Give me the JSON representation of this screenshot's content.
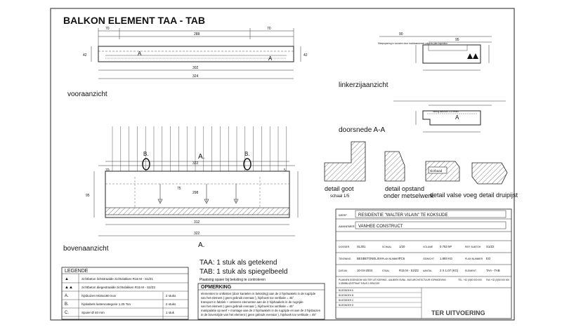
{
  "title": "BALKON ELEMENT TAA - TAB",
  "views": {
    "front": "vooraanzicht",
    "left": "linkerzijaanzicht",
    "section": "doorsnede A-A",
    "top": "bovenaanzicht"
  },
  "dimensions": {
    "front_top": [
      "70",
      "288",
      "70"
    ],
    "front_mid": "302",
    "front_bottom": "324",
    "front_left": "42",
    "front_right": "42",
    "left_top": [
      "90",
      "95"
    ],
    "top_top": [
      "322",
      "70",
      "5"
    ],
    "top_mid": "298",
    "top_left": "95",
    "top_bottom": [
      "312",
      "322"
    ],
    "top_inner": "75"
  },
  "section_labels": [
    "A",
    "A"
  ],
  "note_front": "Sleepopening in voorzien door hoofdaannemer volgens plan ingenieur",
  "note_section": "helling aanzicht 1.5 neuks",
  "details": [
    {
      "name": "detail goot",
      "scale": "schaal 1/5"
    },
    {
      "name": "detail opstand",
      "sub": "onder metselwerk"
    },
    {
      "name": "detail valse voeg",
      "tag": "slorbaad"
    },
    {
      "name": "detail druipijst"
    }
  ],
  "taa_text": "TAA: 1 stuk als getekend",
  "tab_text": "TAB: 1 stuk als spiegelbeeld",
  "placement_note": "Plaatsing spaier bij beksting te controleren",
  "legend": {
    "title": "LEGENDE",
    "rows": [
      {
        "sym": "▲",
        "text": "zichtbeton lichtstraalde zichtvlakken R15 M - S1/Z1"
      },
      {
        "sym": "▲▲",
        "text": "zichtbeton diegestraalde zichtvlakken R15 M - S2/Z2"
      },
      {
        "sym": "A.",
        "text": "hijsbuizen M16x180 inox",
        "qty": "2 stuks"
      },
      {
        "sym": "B.",
        "text": "hijskabels lastencategorie 1.25 Ton",
        "qty": "2 stuks"
      },
      {
        "sym": "C.",
        "text": "Spuier Ø 40 mm",
        "qty": "1 stuk"
      }
    ]
  },
  "opmerking": {
    "title": "OPMERKING",
    "lines": [
      "elementen te ontkisten (door kantelen in bekisting) aan de 2 hijshaakels in de rugzijde",
      "van het element ( geen gebruik evenaar ), hijshoek tov vertikale = 45°",
      "transport in fabriek + omkeren elementen aan de 2 hijshaakels in de rugzijde",
      "van het element ( geen gebruik evenaar ), hijshoek tov vertikale = 45°",
      "manipulatie op werf + montage aan de 2 hijshaakels in de rugzijde en aan de 2 hijsbuizen",
      "in de bovenzijde van het element ( geen gebruik evenaar ), hijshoek tov vertikale = 45°"
    ]
  },
  "titleblock": {
    "werf_label": "WERF",
    "werf_value": "RESIDENTIE \"WALTER VILAIN\" TE KOKSIJDE",
    "aannemer_label": "AANNEMER",
    "aannemer_value": "VANHEE CONSTRUCT",
    "r1": [
      "DOSSIER",
      "SL301",
      "SCHAAL",
      "1/20",
      "VOLUME",
      "0.753 M³",
      "REF. SUBTOH",
      "S1/Z2"
    ],
    "r2": [
      "TEKENING",
      "BESBETONELISH",
      "PLAN NUMMER",
      "TC6",
      "GEWICHT",
      "1.893 KG",
      "PLAN NUMMER",
      "EO"
    ],
    "r3": [
      "DATUM",
      "10-04-2004",
      "STAAL",
      "R15 M - S2/Z2",
      "AANTAL",
      "2 X 1.07 (KG)",
      "ELEMENT",
      "TAA - TAB"
    ],
    "company": [
      "PLANNEN EIGENDOM VAN TER UITVOERING - AALBEEK BVBA - BUS ARCHITECTUUR VORMGEVING",
      "3-3308BLIJDSTRAAT 5 BUS 1 BRUGGE",
      "TEL. +32 (0)50 000 000",
      "FAX +32 (0)50 000 000"
    ],
    "revisions": [
      "BIJZONDEH A",
      "BIJZONDEH B",
      "BIJZONDEH C",
      "BIJZONDEH D"
    ],
    "stamp": "TER UITVOERING"
  }
}
